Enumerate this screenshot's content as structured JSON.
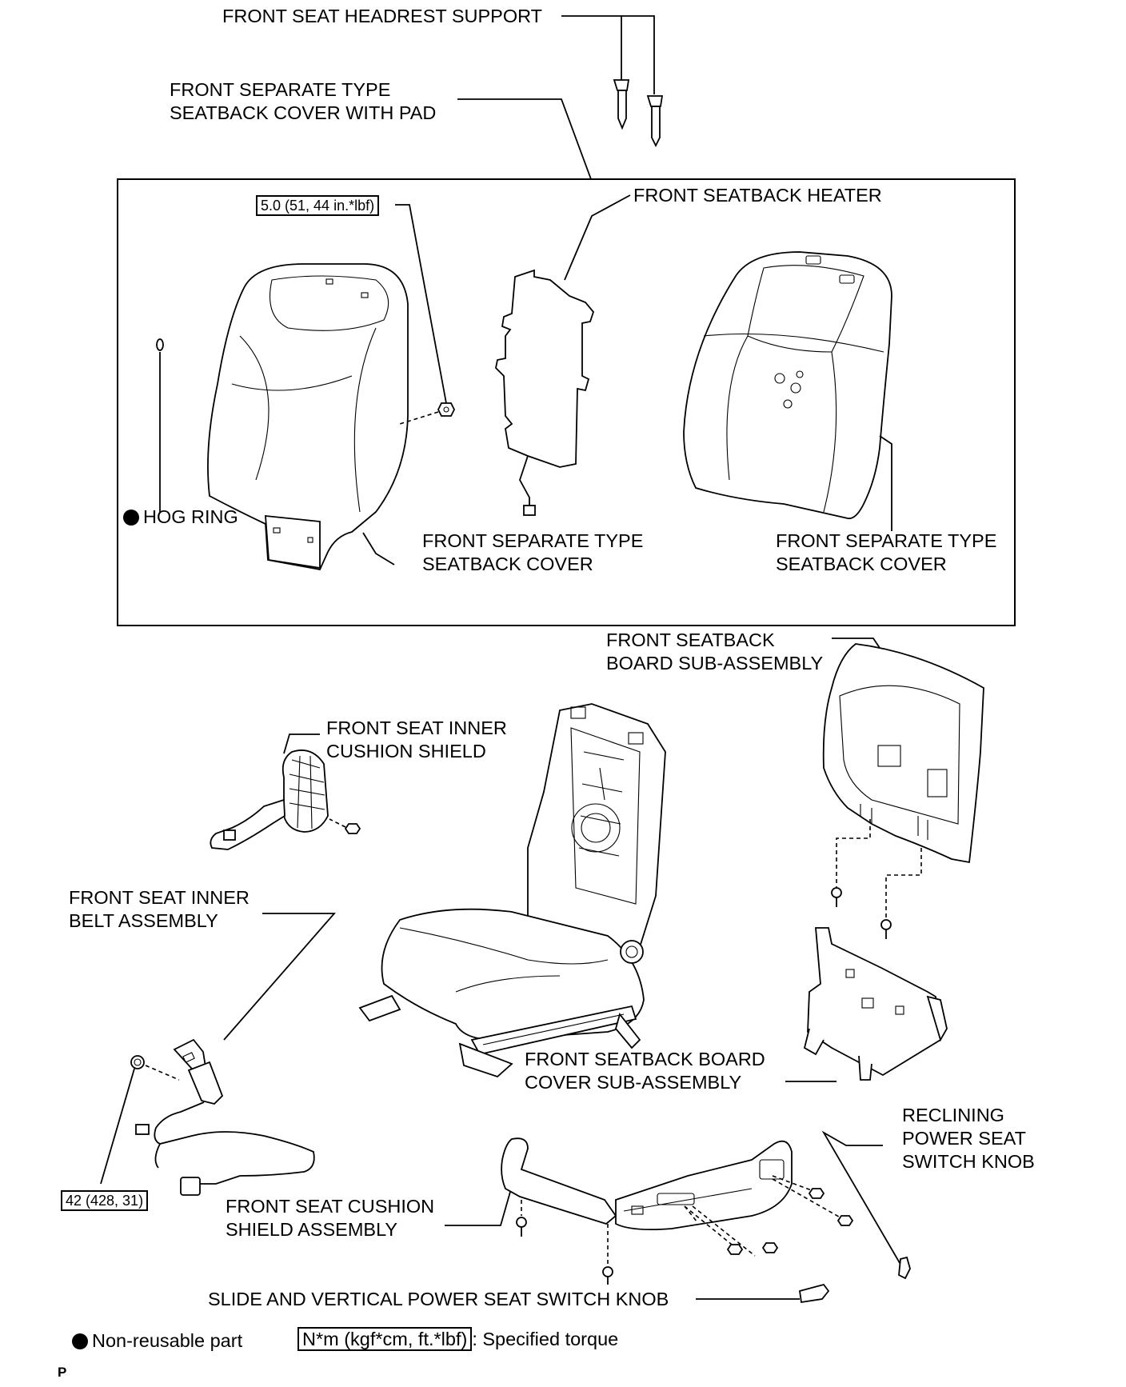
{
  "labels": {
    "headrest_support": "FRONT SEAT HEADREST SUPPORT",
    "seatback_cover_with_pad": [
      "FRONT SEPARATE TYPE",
      "SEATBACK COVER WITH PAD"
    ],
    "seatback_heater": "FRONT SEATBACK HEATER",
    "hog_ring": "HOG RING",
    "seatback_cover_left": [
      "FRONT SEPARATE TYPE",
      "SEATBACK COVER"
    ],
    "seatback_cover_right": [
      "FRONT SEPARATE TYPE",
      "SEATBACK COVER"
    ],
    "seatback_board": [
      "FRONT SEATBACK",
      "BOARD SUB-ASSEMBLY"
    ],
    "inner_cushion_shield": [
      "FRONT SEAT INNER",
      "CUSHION SHIELD"
    ],
    "inner_belt": [
      "FRONT SEAT INNER",
      "BELT ASSEMBLY"
    ],
    "seatback_board_cover": [
      "FRONT SEATBACK BOARD",
      "COVER SUB-ASSEMBLY"
    ],
    "reclining_knob": [
      "RECLINING",
      "POWER SEAT",
      "SWITCH KNOB"
    ],
    "cushion_shield": [
      "FRONT SEAT CUSHION",
      "SHIELD ASSEMBLY"
    ],
    "slide_vertical_knob": "SLIDE AND VERTICAL POWER SEAT SWITCH KNOB"
  },
  "torques": {
    "seatback_nut": "5.0 (51, 44 in.*lbf)",
    "belt_nut": "42 (428, 31)"
  },
  "legend": {
    "non_reusable": "Non-reusable part",
    "torque_box": "N*m (kgf*cm, ft.*lbf)",
    "torque_text": ": Specified torque"
  },
  "page_mark": "P"
}
